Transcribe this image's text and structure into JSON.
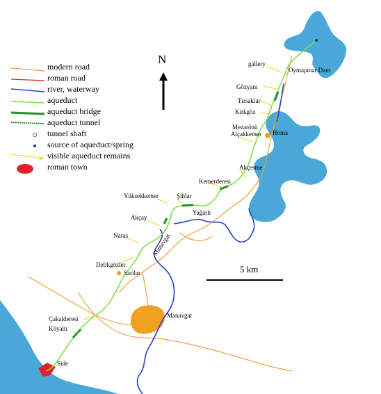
{
  "legend": {
    "items": [
      {
        "label": "modern road",
        "color": "#e8a23c",
        "style": "line"
      },
      {
        "label": "roman road",
        "color": "#e0202a",
        "style": "line"
      },
      {
        "label": "river, waterway",
        "color": "#2b3fc7",
        "style": "line"
      },
      {
        "label": "aqueduct",
        "color": "#7fe04a",
        "style": "line"
      },
      {
        "label": "aqueduct bridge",
        "color": "#1e8f2a",
        "style": "thick"
      },
      {
        "label": "aqueduct tunnel",
        "color": "#1e8f2a",
        "style": "dashed"
      },
      {
        "label": "tunnel shaft",
        "color": "#1e8f2a",
        "style": "circle"
      },
      {
        "label": "source of aqueduct/spring",
        "color": "#1a2a8a",
        "style": "dot"
      },
      {
        "label": "visible aqueduct remains",
        "color": "#f5d020",
        "style": "arrow"
      },
      {
        "label": "roman town",
        "color": "#e0202a",
        "style": "ellipse"
      }
    ]
  },
  "north_label": "N",
  "scale_label": "5 km",
  "river_name": "Manavgat",
  "colors": {
    "water": "#4aa8d8",
    "town": "#f2a020",
    "road": "#e8a23c",
    "aqueduct": "#7fe04a",
    "river": "#2b3fc7"
  },
  "places": [
    {
      "name": "gallery"
    },
    {
      "name": "Oymapınar Dam"
    },
    {
      "name": "Gözyanı"
    },
    {
      "name": "Tırsaklar"
    },
    {
      "name": "Kirkgöz"
    },
    {
      "name": "Mezarönü"
    },
    {
      "name": "Alçakkemer"
    },
    {
      "name": "Homa"
    },
    {
      "name": "Akçesme"
    },
    {
      "name": "Kemerderesi"
    },
    {
      "name": "Yüksekkemer"
    },
    {
      "name": "Şihlar"
    },
    {
      "name": "Yağarlı"
    },
    {
      "name": "Akçay"
    },
    {
      "name": "Naras"
    },
    {
      "name": "Delikgözler"
    },
    {
      "name": "Sarilar"
    },
    {
      "name": "Manavgat"
    },
    {
      "name": "Çakalderesi"
    },
    {
      "name": "Köyaltı"
    },
    {
      "name": "Side"
    }
  ]
}
